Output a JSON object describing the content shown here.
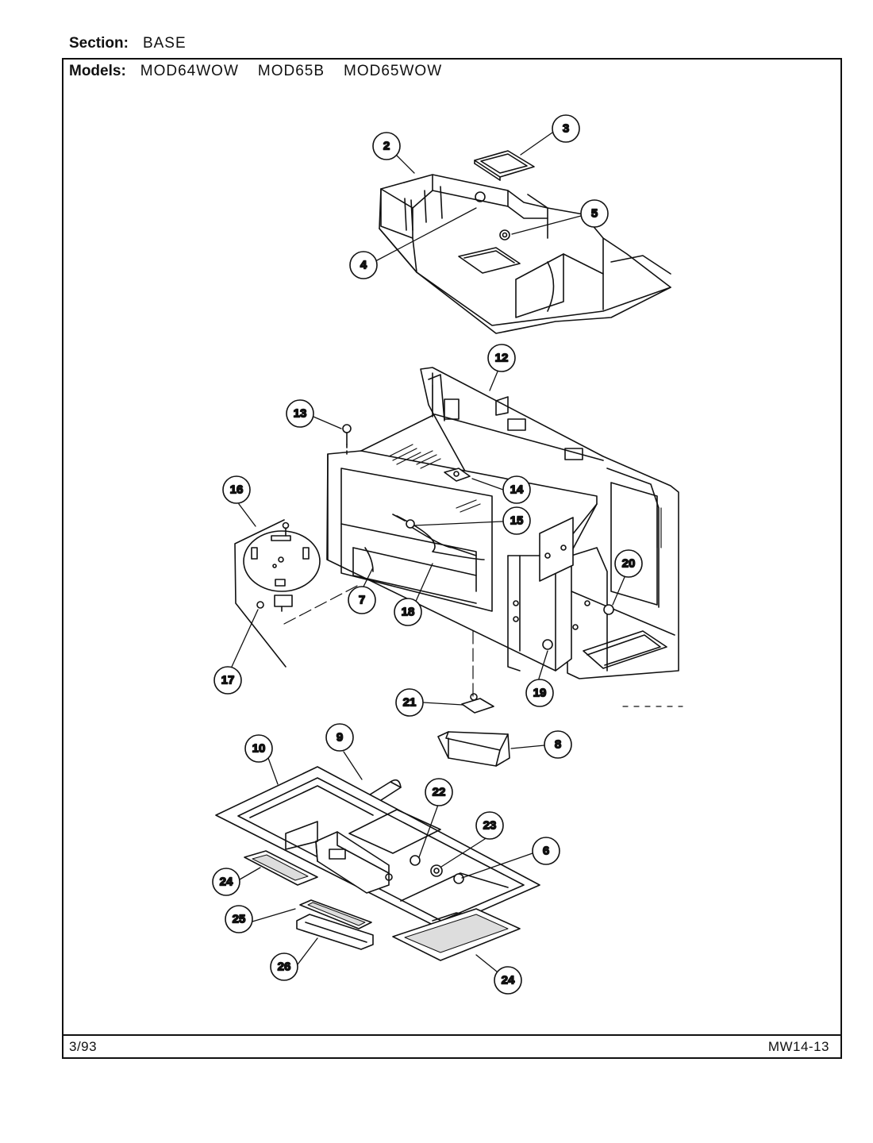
{
  "header": {
    "section_label": "Section:",
    "section_value": "BASE",
    "models_label": "Models:",
    "models": [
      "MOD64WOW",
      "MOD65B",
      "MOD65WOW"
    ]
  },
  "footer": {
    "date": "3/93",
    "page_code": "MW14-13"
  },
  "callouts": [
    "2",
    "3",
    "4",
    "5",
    "12",
    "13",
    "14",
    "15",
    "16",
    "7",
    "18",
    "20",
    "17",
    "19",
    "21",
    "8",
    "10",
    "9",
    "22",
    "23",
    "6",
    "24",
    "25",
    "26",
    "24"
  ]
}
